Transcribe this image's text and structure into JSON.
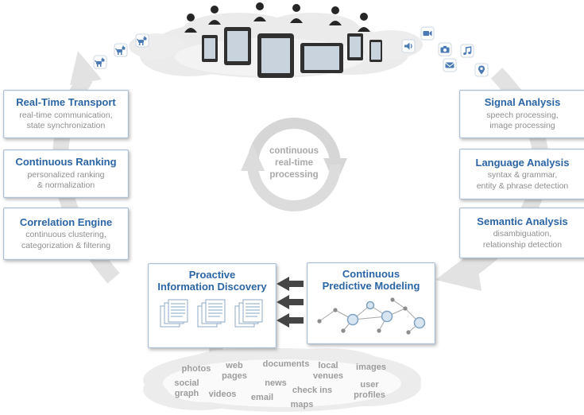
{
  "colors": {
    "title_blue": "#2b65a5",
    "subtitle_gray": "#8f8f8f",
    "tag_gray": "#9c9c9c",
    "arc_gray": "#e2e2e2",
    "icon_blue": "#4a7ab5"
  },
  "center_loop": {
    "label": "continuous\nreal-time\nprocessing"
  },
  "pipeline_left": [
    {
      "title": "Real-Time Transport",
      "subtitle": "real-time communication,\nstate synchronization"
    },
    {
      "title": "Continuous Ranking",
      "subtitle": "personalized ranking\n& normalization"
    },
    {
      "title": "Correlation Engine",
      "subtitle": "continuous clustering,\ncategorization & filtering"
    }
  ],
  "pipeline_right": [
    {
      "title": "Signal Analysis",
      "subtitle": "speech processing,\nimage processing"
    },
    {
      "title": "Language Analysis",
      "subtitle": "syntax & grammar,\nentity & phrase detection"
    },
    {
      "title": "Semantic Analysis",
      "subtitle": "disambiguation,\nrelationship detection"
    }
  ],
  "bottom_boxes": {
    "discovery": {
      "title": "Proactive\nInformation Discovery"
    },
    "modeling": {
      "title": "Continuous\nPredictive Modeling"
    }
  },
  "source_cloud": {
    "tags": [
      {
        "label": "photos"
      },
      {
        "label": "web\npages"
      },
      {
        "label": "documents"
      },
      {
        "label": "local\nvenues"
      },
      {
        "label": "images"
      },
      {
        "label": "social\ngraph"
      },
      {
        "label": "videos"
      },
      {
        "label": "news"
      },
      {
        "label": "email"
      },
      {
        "label": "check ins"
      },
      {
        "label": "maps"
      },
      {
        "label": "user\nprofiles"
      }
    ]
  },
  "icons": {
    "top_cloud_left": [
      "dog-icon",
      "dog-icon",
      "dog-icon"
    ],
    "top_cloud_right": [
      "volume-icon",
      "video-camera-icon",
      "camera-icon",
      "mail-icon",
      "music-icon",
      "map-pin-icon"
    ],
    "top_cloud_center": [
      "person-silhouette-icon",
      "tablet-icon",
      "phone-icon"
    ],
    "bottom_center": [
      "document-stack-icon",
      "network-graph-icon"
    ]
  }
}
